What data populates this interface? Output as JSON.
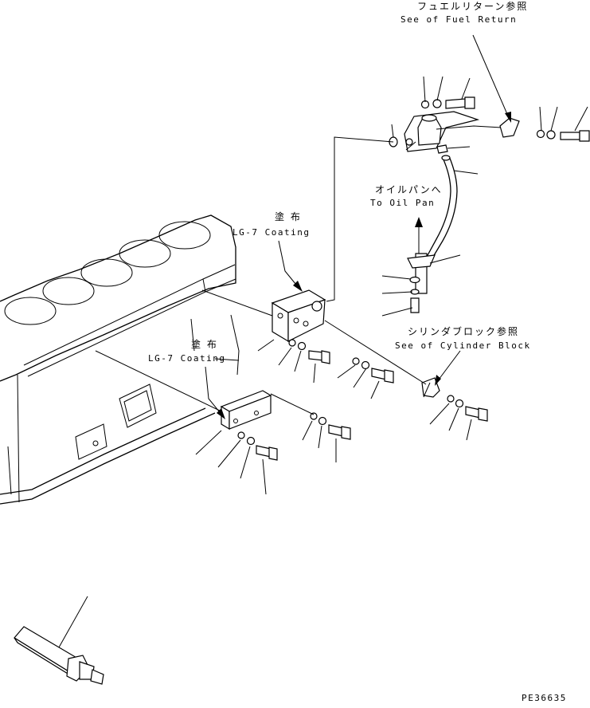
{
  "labels": {
    "fuel_return_jp": "フュエルリターン参照",
    "fuel_return_en": "See of Fuel Return",
    "oil_pan_jp": "オイルパンへ",
    "oil_pan_en": "To Oil Pan",
    "coating_upper_jp": "塗 布",
    "coating_upper_en": "LG-7 Coating",
    "coating_lower_jp": "塗 布",
    "coating_lower_en": "LG-7 Coating",
    "cylinder_block_jp": "シリンダブロック参照",
    "cylinder_block_en": "See of Cylinder Block",
    "drawing_number": "PE36635"
  }
}
